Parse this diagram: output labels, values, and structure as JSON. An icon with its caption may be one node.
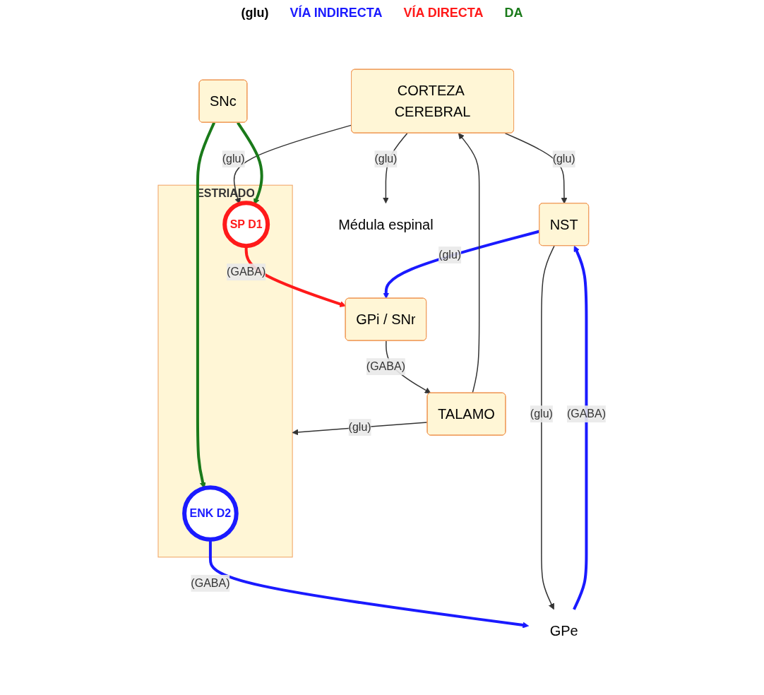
{
  "diagram": {
    "nodes": [
      {
        "text": [
          "CORTEZA CEREBRAL"
        ]
      },
      {
        "text": [
          "ESTRIADO"
        ]
      },
      {
        "text": [
          "ENK D2"
        ],
        "in": 1
      },
      {
        "text": [
          "SP D1"
        ],
        "in": 1
      },
      {
        "text": [
          "GPe"
        ]
      },
      {
        "text": [
          "SNc"
        ]
      },
      {
        "text": [
          "TALAMO"
        ]
      },
      {
        "text": [
          "NST"
        ]
      },
      {
        "text": [
          "GPi / SNr"
        ]
      },
      {
        "text": [
          "Médula espinal"
        ]
      }
    ],
    "edges": [
      {
        "from": 0,
        "to": 9,
        "arrow": "to",
        "label": "(glu)"
      },
      {
        "from": 0,
        "to": 7,
        "arrow": "to",
        "label": "(glu)"
      },
      {
        "from": 0,
        "to": 3,
        "arrow": "to",
        "label": "(glu)"
      },
      {
        "from": 5,
        "to": 2,
        "arrow": "to",
        "style": "thick",
        "color": "#1a7a1a"
      },
      {
        "from": 5,
        "to": 3,
        "arrow": "to",
        "style": "thick",
        "color": "#1a7a1a"
      },
      {
        "from": 2,
        "to": 4,
        "arrow": "to",
        "label": "(GABA)",
        "style": "thick",
        "color": "#1a1aff"
      },
      {
        "from": 3,
        "to": 8,
        "arrow": "to",
        "label": "(GABA)",
        "style": "thick",
        "color": "#ff1a1a"
      },
      {
        "from": 4,
        "to": 7,
        "arrow": "to",
        "label": "(GABA)",
        "style": "thick",
        "color": "#1a1aff"
      },
      {
        "from": 7,
        "to": 4,
        "arrow": "to",
        "label": "(glu)"
      },
      {
        "from": 7,
        "to": 8,
        "arrow": "to",
        "label": "(glu)",
        "style": "thick",
        "color": "#1a1aff"
      },
      {
        "from": 8,
        "to": 6,
        "arrow": "to",
        "label": "(GABA)"
      },
      {
        "from": 6,
        "to": 1,
        "arrow": "to",
        "label": "(glu)"
      },
      {
        "from": 6,
        "to": 0,
        "arrow": "to"
      }
    ],
    "labels": [
      "(glu)",
      "VÍA INDIRECTA",
      "VÍA DIRECTA",
      "DA"
    ]
  }
}
